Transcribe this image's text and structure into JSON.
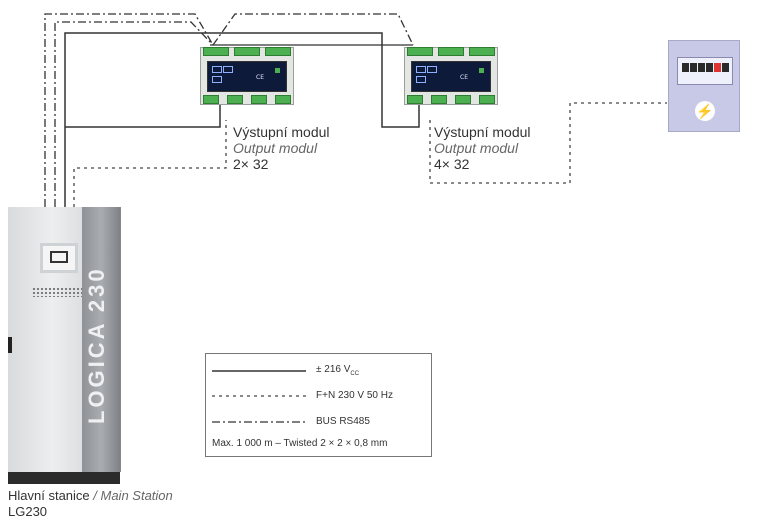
{
  "modules": [
    {
      "name_cz": "Výstupní modul",
      "name_en": "Output modul",
      "spec": "2× 32"
    },
    {
      "name_cz": "Výstupní modul",
      "name_en": "Output modul",
      "spec": "4× 32"
    }
  ],
  "station": {
    "name_cz": "Hlavní stanice",
    "separator": " / ",
    "name_en": "Main Station",
    "model": "LG230",
    "brand": "LOGICA 230"
  },
  "legend": {
    "dc": {
      "text": "± 216 V",
      "sub": "CC"
    },
    "ac": "F+N 230 V 50 Hz",
    "bus": "BUS RS485",
    "note": "Max. 1 000 m – Twisted 2 × 2 × 0,8 mm"
  },
  "colors": {
    "line": "#333333",
    "terminal": "#4caf50",
    "panel": "#0e1a3a",
    "meter": "#c7c9e7"
  }
}
